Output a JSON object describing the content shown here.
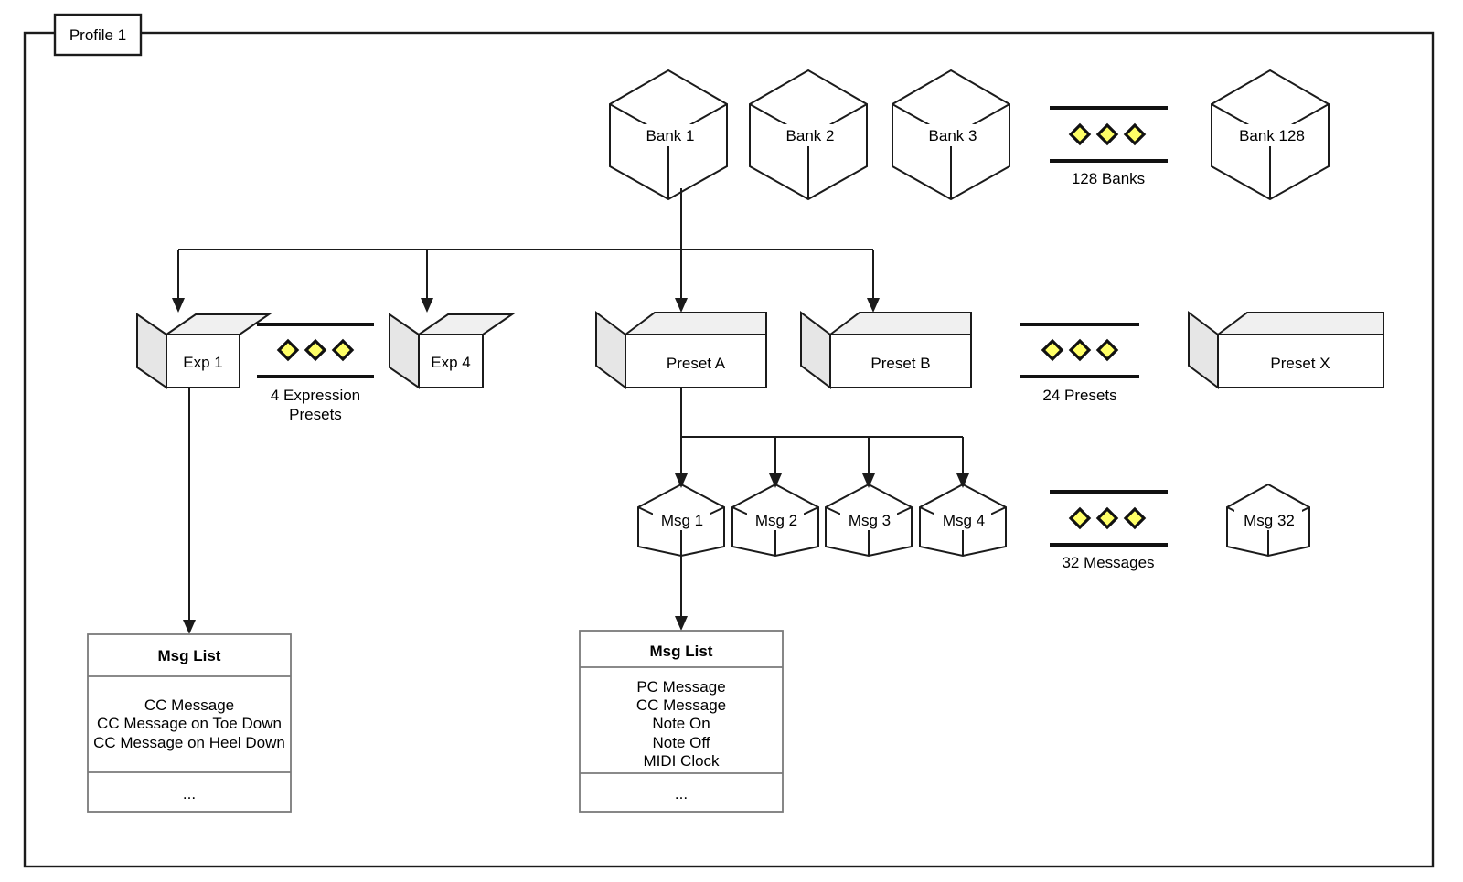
{
  "diagram": {
    "title": "Profile 1",
    "frame": {
      "label": "Profile 1"
    },
    "banks": {
      "items": [
        {
          "label": "Bank 1"
        },
        {
          "label": "Bank 2"
        },
        {
          "label": "Bank 3"
        },
        {
          "label": "Bank 128"
        }
      ],
      "ellipsis_caption": "128 Banks",
      "ellipsis_glyph": "diamond-ellipsis"
    },
    "expressions": {
      "items": [
        {
          "label": "Exp 1"
        },
        {
          "label": "Exp 4"
        }
      ],
      "ellipsis_caption_line1": "4 Expression",
      "ellipsis_caption_line2": "Presets"
    },
    "presets": {
      "items": [
        {
          "label": "Preset A"
        },
        {
          "label": "Preset B"
        },
        {
          "label": "Preset X"
        }
      ],
      "ellipsis_caption": "24 Presets"
    },
    "messages": {
      "items": [
        {
          "label": "Msg 1"
        },
        {
          "label": "Msg 2"
        },
        {
          "label": "Msg 3"
        },
        {
          "label": "Msg 4"
        },
        {
          "label": "Msg 32"
        }
      ],
      "ellipsis_caption": "32 Messages"
    },
    "msg_list_expression": {
      "header": "Msg List",
      "rows": [
        "CC Message",
        "CC Message on Toe Down",
        "CC Message on Heel Down"
      ],
      "footer": "..."
    },
    "msg_list_preset": {
      "header": "Msg List",
      "rows": [
        "PC Message",
        "CC Message",
        "Note On",
        "Note Off",
        "MIDI Clock"
      ],
      "footer": "..."
    },
    "colors": {
      "ellipsis_diamond_fill": "#ffff66",
      "ellipsis_diamond_stroke": "#111111",
      "box_top_face": "#f0f0f0",
      "box_left_face": "#e6e6e6",
      "box_front_face": "#ffffff",
      "stroke": "#1b1b1b",
      "table_stroke": "#7a7a7a",
      "background": "#ffffff"
    }
  }
}
